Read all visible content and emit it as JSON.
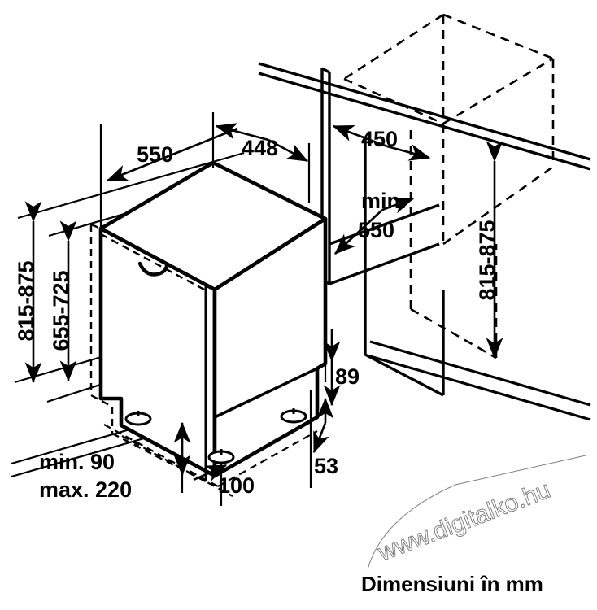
{
  "document": {
    "type": "technical-installation-drawing",
    "subject": "slimline built-in dishwasher niche dimensions",
    "caption": "Dimensiuni în mm",
    "units": "mm",
    "background_color": "#ffffff",
    "line_color": "#000000"
  },
  "watermark": {
    "text": "www.digitalko.hu",
    "color": "#4a4a4a"
  },
  "dimensions": {
    "appliance_depth": {
      "label": "550",
      "value": 550
    },
    "appliance_width": {
      "label": "448",
      "value": 448
    },
    "height_total": {
      "label": "815-875",
      "min": 815,
      "max": 875
    },
    "height_body": {
      "label": "655-725",
      "min": 655,
      "max": 725
    },
    "niche_width": {
      "label": "450",
      "value": 450
    },
    "niche_depth": {
      "label": "min. 550",
      "value": 550
    },
    "niche_height": {
      "label": "815-875",
      "min": 815,
      "max": 875
    },
    "plinth_height": {
      "label": "89",
      "value": 89
    },
    "foot_height": {
      "label": "53",
      "value": 53
    },
    "front_offset": {
      "label": "100",
      "value": 100
    },
    "plinth_recess_min": {
      "label": "min. 90",
      "value": 90
    },
    "plinth_recess_max": {
      "label": "max. 220",
      "value": 220
    }
  },
  "labels": {
    "depth_550": "550",
    "width_448": "448",
    "height_815_875_left": "815-875",
    "height_655_725": "655-725",
    "niche_450": "450",
    "niche_min": "min.",
    "niche_550": "550",
    "height_815_875_right": "815-875",
    "plinth_89": "89",
    "foot_53": "53",
    "offset_100": "100",
    "recess_min_90": "min. 90",
    "recess_max_220": "max. 220",
    "caption": "Dimensiuni în mm",
    "watermark": "www.digitalko.hu"
  }
}
